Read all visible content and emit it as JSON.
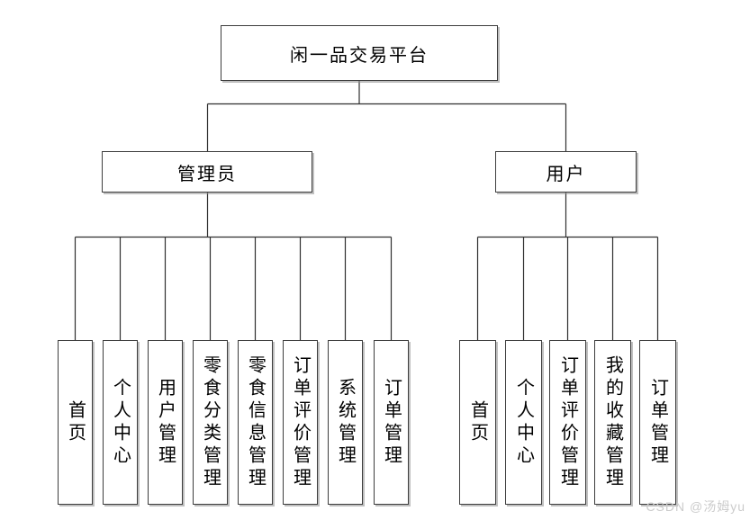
{
  "diagram": {
    "root": {
      "label": "闲一品交易平台"
    },
    "branches": [
      {
        "label": "管理员",
        "children": [
          {
            "label": "首页"
          },
          {
            "label": "个人中心"
          },
          {
            "label": "用户管理"
          },
          {
            "label": "零食分类管理"
          },
          {
            "label": "零食信息管理"
          },
          {
            "label": "订单评价管理"
          },
          {
            "label": "系统管理"
          },
          {
            "label": "订单管理"
          }
        ]
      },
      {
        "label": "用户",
        "children": [
          {
            "label": "首页"
          },
          {
            "label": "个人中心"
          },
          {
            "label": "订单评价管理"
          },
          {
            "label": "我的收藏管理"
          },
          {
            "label": "订单管理"
          }
        ]
      }
    ]
  },
  "watermark": {
    "text": "CSDN @汤姆yu"
  },
  "colors": {
    "line": "#2f2f2f",
    "box_border": "#3d3d3d",
    "box_fill": "#ffffff",
    "watermark": "#cccccc"
  }
}
